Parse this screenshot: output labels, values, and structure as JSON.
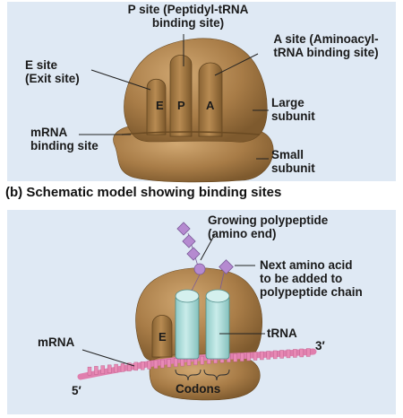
{
  "top": {
    "p_site_line1": "P site (Peptidyl-tRNA",
    "p_site_line2": "binding site)",
    "a_site_line1": "A site (Aminoacyl-",
    "a_site_line2": "tRNA binding site)",
    "e_site_line1": "E site",
    "e_site_line2": "(Exit site)",
    "large_line1": "Large",
    "large_line2": "subunit",
    "mrna_line1": "mRNA",
    "mrna_line2": "binding site",
    "small_line1": "Small",
    "small_line2": "subunit",
    "letter_e": "E",
    "letter_p": "P",
    "letter_a": "A"
  },
  "caption": "(b) Schematic model showing binding sites",
  "bottom": {
    "polypeptide_line1": "Growing polypeptide",
    "polypeptide_line2": "(amino end)",
    "next_line1": "Next amino acid",
    "next_line2": "to be added to",
    "next_line3": "polypeptide chain",
    "trna": "tRNA",
    "mrna": "mRNA",
    "three_prime": "3′",
    "five_prime": "5′",
    "codons": "Codons",
    "letter_e": "E"
  },
  "colors": {
    "ribosome": "#a57a45",
    "ribosome_light": "#c49a63",
    "trna": "#a7d8d6",
    "mrna": "#e88ab5",
    "amino_acid": "#b58ad0",
    "panel": "#dfe9f4"
  }
}
